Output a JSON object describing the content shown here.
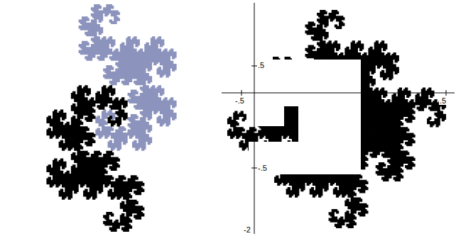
{
  "diagram": {
    "labels": [
      ".5",
      "-.5",
      ".5",
      "-.5",
      "-2"
    ]
  }
}
